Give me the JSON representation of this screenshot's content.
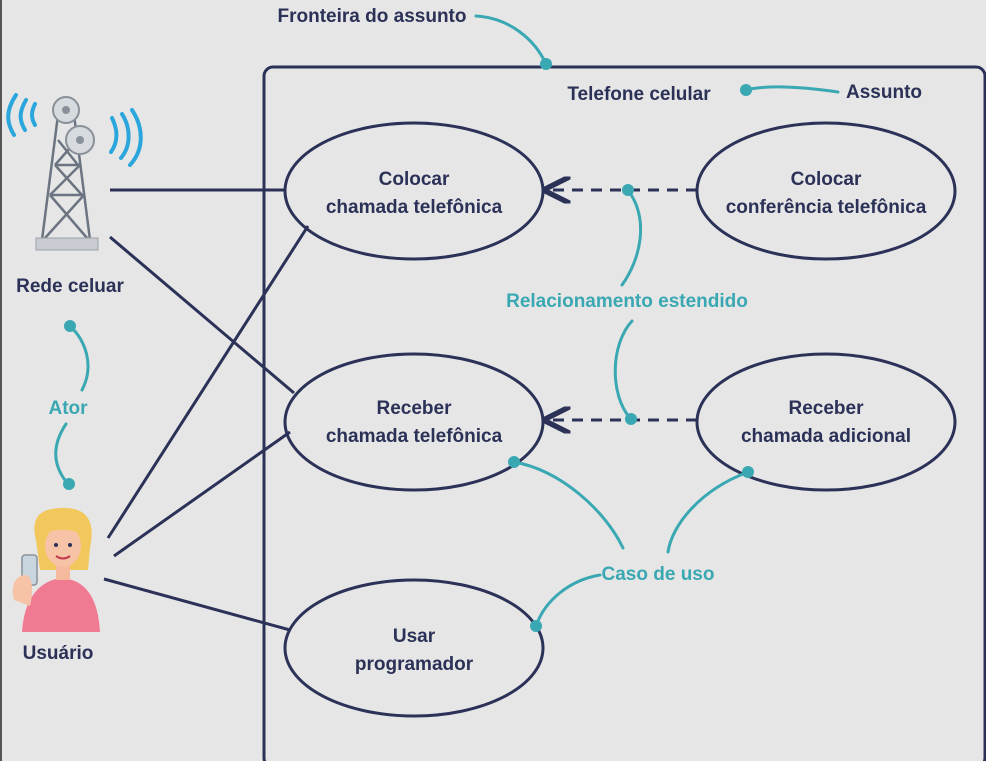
{
  "colors": {
    "background": "#e6e6e6",
    "ink": "#2b3157",
    "annotation": "#3aa8b2"
  },
  "annotations": {
    "subject_boundary": "Fronteira do assunto",
    "subject": "Assunto",
    "extend_relation": "Relacionamento estendido",
    "actor": "Ator",
    "use_case": "Caso de uso"
  },
  "system": {
    "title": "Telefone celular"
  },
  "actors": {
    "network": {
      "label": "Rede celuar",
      "icon": "cell-tower-icon"
    },
    "user": {
      "label": "Usuário",
      "icon": "user-woman-icon"
    }
  },
  "use_cases": {
    "place_call": {
      "line1": "Colocar",
      "line2": "chamada telefônica"
    },
    "place_conference": {
      "line1": "Colocar",
      "line2": "conferência telefônica"
    },
    "receive_call": {
      "line1": "Receber",
      "line2": "chamada telefônica"
    },
    "receive_additional": {
      "line1": "Receber",
      "line2": "chamada adicional"
    },
    "use_scheduler": {
      "line1": "Usar",
      "line2": "programador"
    }
  }
}
